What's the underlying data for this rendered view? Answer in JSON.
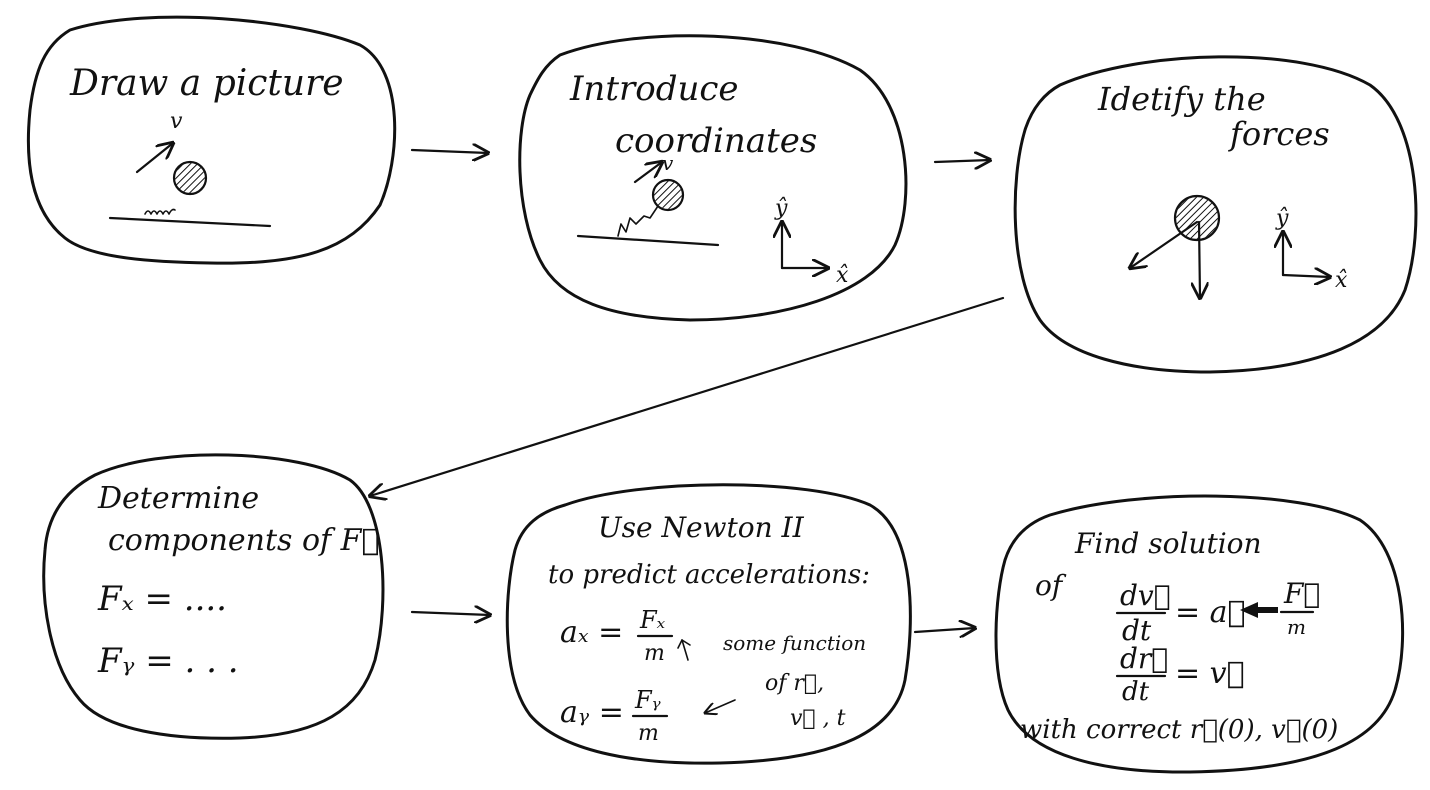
{
  "steps": [
    {
      "title": "Draw a picture",
      "velocity_label": "v"
    },
    {
      "title_line1": "Introduce",
      "title_line2": "coordinates",
      "velocity_label": "v",
      "axis_y": "ŷ",
      "axis_x": "x̂"
    },
    {
      "title_line1": "Idetify the",
      "title_line2": "forces",
      "axis_y": "ŷ",
      "axis_x": "x̂"
    },
    {
      "title_line1": "Determine",
      "title_line2": "components of F⃗",
      "eq1": "Fₓ = ....",
      "eq2": "Fᵧ = . . ."
    },
    {
      "title_line1": "Use  Newton II",
      "title_line2": "to predict accelerations:",
      "ax_lhs": "aₓ =",
      "ax_num": "Fₓ",
      "ax_den": "m",
      "note_line1": "some function",
      "note_line2": "of r⃗,",
      "note_line3": "v⃗ , t",
      "ay_lhs": "aᵧ =",
      "ay_num": "Fᵧ",
      "ay_den": "m"
    },
    {
      "title_line1": "Find solution",
      "of_label": "of",
      "eq1_num": "dv⃗",
      "eq1_den": "dt",
      "eq1_rhs": "= a⃗",
      "eq1_force_num": "F⃗",
      "eq1_force_den": "m",
      "eq2_num": "dr⃗",
      "eq2_den": "dt",
      "eq2_rhs": "= v⃗",
      "footer": "with correct r⃗(0), v⃗(0)"
    }
  ],
  "colors": {
    "ink": "#111111",
    "paper": "#ffffff"
  }
}
